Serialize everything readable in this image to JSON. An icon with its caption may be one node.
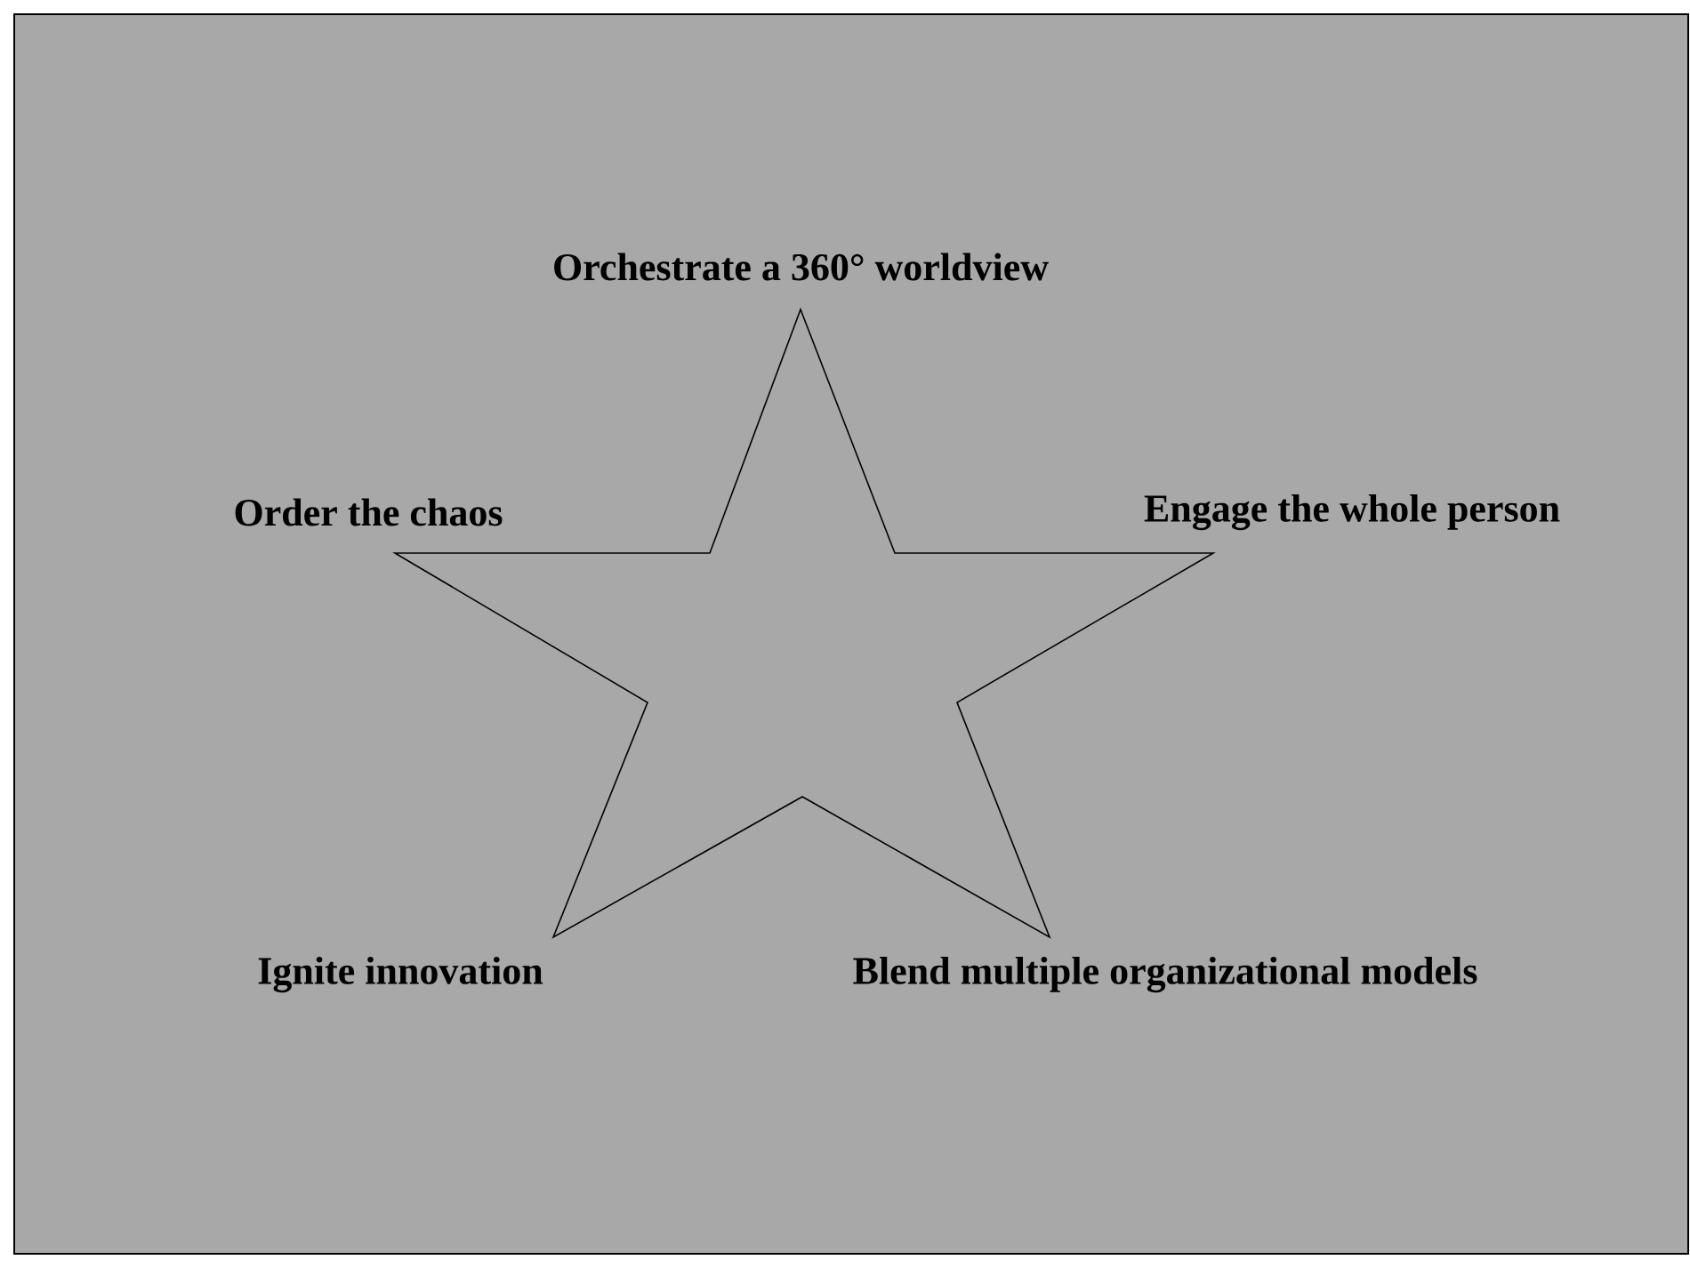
{
  "diagram": {
    "nodes": [
      {
        "text": [],
        "shape": "star"
      }
    ],
    "labels": [
      "Orchestrate a 360° worldview",
      "Order the chaos",
      "Engage the whole person",
      "Ignite innovation",
      "Blend multiple organizational models"
    ]
  }
}
